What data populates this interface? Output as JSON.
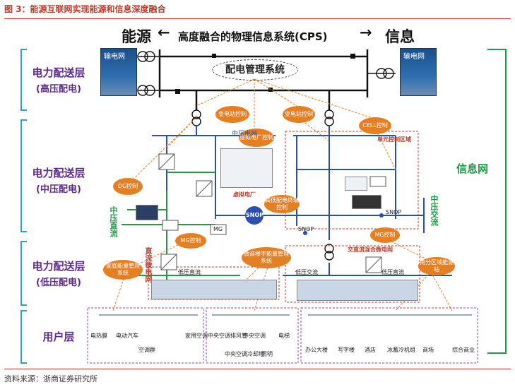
{
  "figure": {
    "title": "图 3：能源互联网实现能源和信息深度融合",
    "source": "资料来源：浙商证券研究所"
  },
  "header": {
    "left": "能源",
    "center": "高度融合的物理信息系统(CPS)",
    "right": "信息",
    "left_arrow": "←",
    "right_arrow": "→"
  },
  "layers": [
    {
      "name": "电力配送层",
      "sub": "(高压配电)"
    },
    {
      "name": "电力配送层",
      "sub": "(中压配电)"
    },
    {
      "name": "电力配送层",
      "sub": "(低压配电)"
    },
    {
      "name": "用户层",
      "sub": ""
    }
  ],
  "info_network": "信息网",
  "mgmt_system": "配电管理系统",
  "towers": {
    "left": "输电网",
    "right": "输电网"
  },
  "bubbles": {
    "sub1": "变电站控制",
    "vpp_ctrl": "虚拟电厂控制",
    "sub2": "变电站控制",
    "cell": "CELL控制",
    "dg": "DG控制",
    "hv_mid": "高低配电终端控制",
    "mg1": "MG控制",
    "mg2": "MG控制",
    "home": "家庭能量管理系统",
    "comm": "微商楼宇能量管理系统",
    "south": "南分区域能源站"
  },
  "labels": {
    "mv_grid": "中压电网",
    "cell_area": "单元控制区域",
    "vpp": "虚拟电厂",
    "mv_dc": "中压直流",
    "mv_ac": "中压交流",
    "snop1": "SNOP",
    "snop2": "SNOP",
    "snop3": "SNOP",
    "mg": "MG",
    "dc_micro": "直流微电网",
    "lv_dc": "低压直流",
    "lv_ac": "低压交流",
    "lv_dc2": "低压直流",
    "acdc_micro": "交直流混合微电网"
  },
  "users": {
    "group1": [
      "电热膜",
      "电动汽车",
      "空调群",
      "家用空调"
    ],
    "group2": [
      "中央空调排风管",
      "中央空调",
      "中央空调冷却塔",
      "照明",
      "电梯"
    ],
    "group3": [
      "办公大楼",
      "写字楼",
      "酒店",
      "冰蓄冷机组",
      "商场",
      "综合商业"
    ]
  },
  "colors": {
    "accent": "#c0392b",
    "layer": "#5e2b8a",
    "info": "#1e9c45",
    "bubble": "#e67e22",
    "bus": "#2a4fb0"
  }
}
